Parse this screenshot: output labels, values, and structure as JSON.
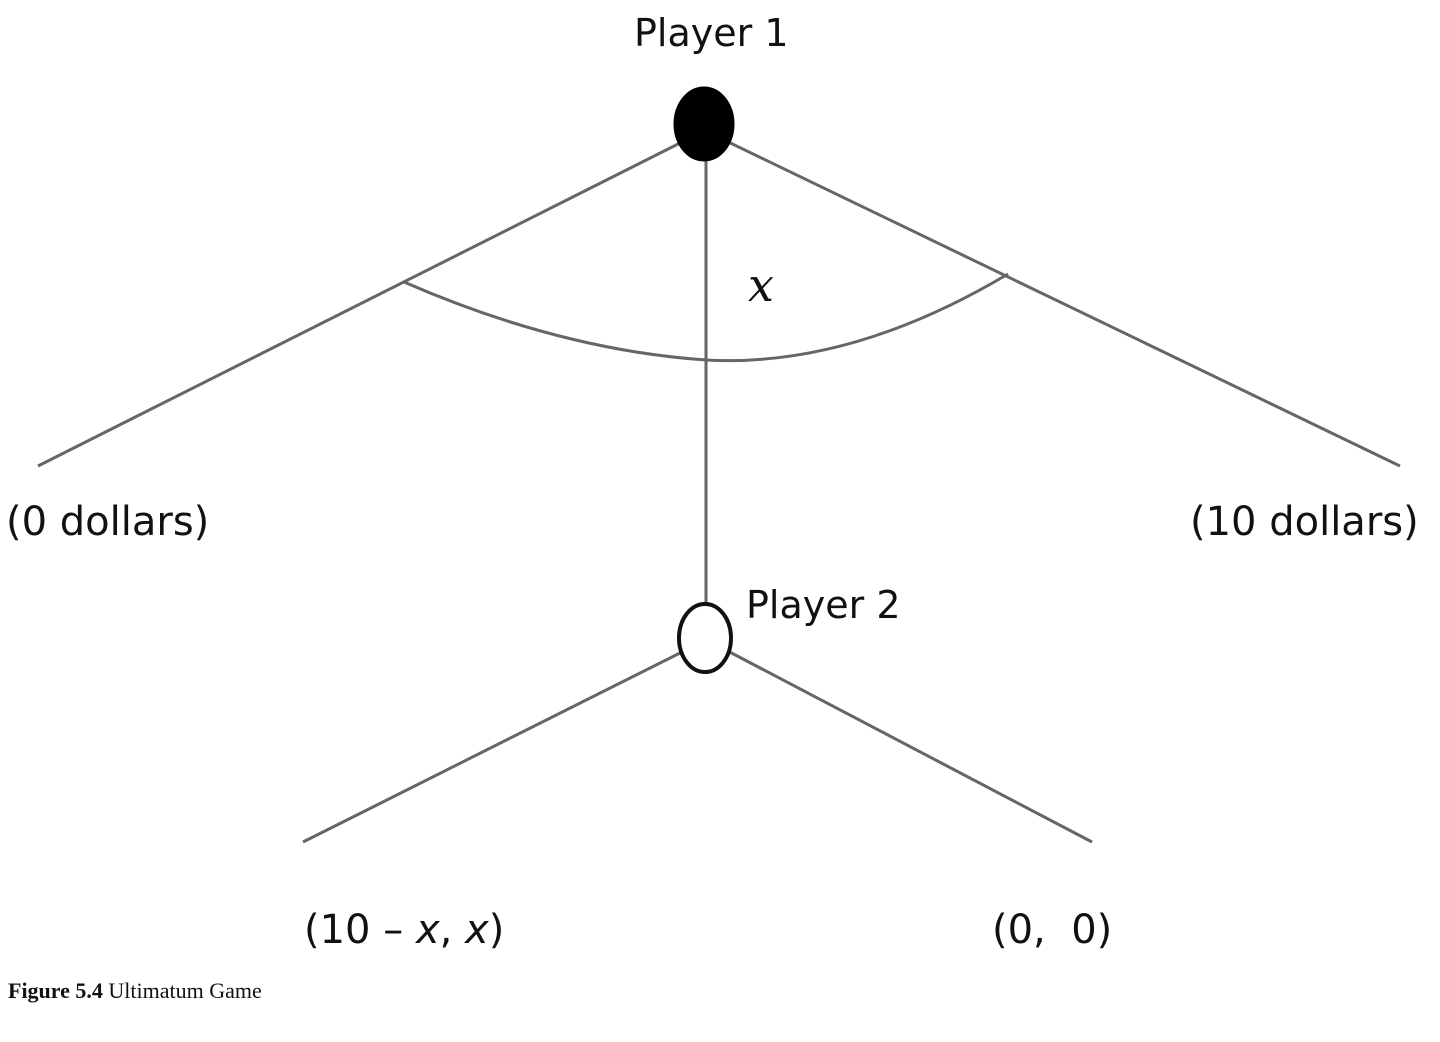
{
  "nodes": {
    "player1": {
      "label": "Player 1",
      "fill": "#000000"
    },
    "player2": {
      "label": "Player 2",
      "fill": "#ffffff"
    }
  },
  "offer_variable": "x",
  "branch_labels": {
    "left": "(0 dollars)",
    "right": "(10 dollars)"
  },
  "payoffs": {
    "accept": {
      "open": "(10 – ",
      "x1": "x",
      "sep": ", ",
      "x2": "x",
      "close": ")"
    },
    "reject": "(0,  0)"
  },
  "caption": {
    "number": "Figure 5.4",
    "title": "Ultimatum Game"
  },
  "colors": {
    "line": "#666666",
    "text": "#111111"
  }
}
